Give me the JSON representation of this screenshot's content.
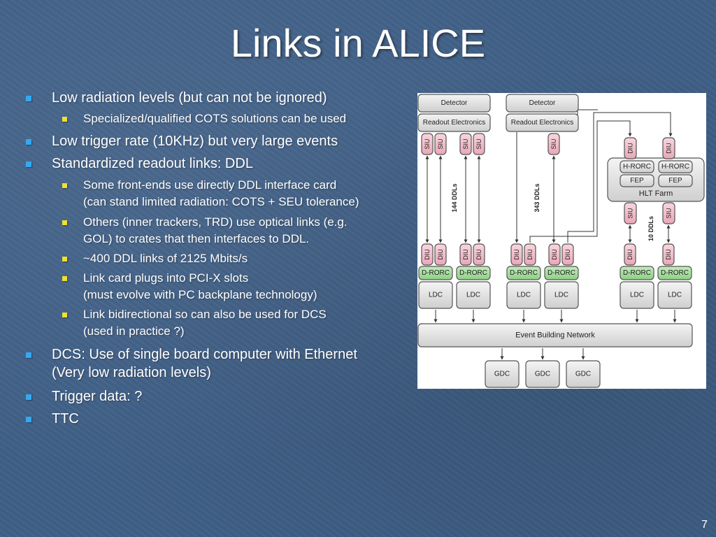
{
  "slide": {
    "title": "Links in ALICE",
    "page_number": "7"
  },
  "bullets": [
    {
      "level": 1,
      "lines": [
        "Low radiation levels (but can not be ignored)"
      ]
    },
    {
      "level": 2,
      "lines": [
        "Specialized/qualified COTS solutions can be used"
      ]
    },
    {
      "level": 1,
      "lines": [
        "Low trigger rate (10KHz) but very large events"
      ]
    },
    {
      "level": 1,
      "lines": [
        "Standardized readout links: DDL"
      ]
    },
    {
      "level": 2,
      "lines": [
        "Some front-ends use directly DDL interface card",
        "(can stand limited radiation: COTS + SEU tolerance)"
      ]
    },
    {
      "level": 2,
      "lines": [
        "Others (inner trackers, TRD) use optical links (e.g.",
        "GOL) to crates that then interfaces to DDL."
      ]
    },
    {
      "level": 2,
      "lines": [
        "~400 DDL links of 2125 Mbits/s"
      ]
    },
    {
      "level": 2,
      "lines": [
        "Link card plugs into PCI-X slots",
        "(must evolve with PC backplane technology)"
      ]
    },
    {
      "level": 2,
      "lines": [
        "Link bidirectional so can also be used for DCS",
        "(used in practice ?)"
      ]
    },
    {
      "level": 1,
      "lines": [
        "DCS: Use of single board computer with Ethernet",
        "(Very low radiation levels)"
      ]
    },
    {
      "level": 1,
      "lines": [
        "Trigger data: ?"
      ]
    },
    {
      "level": 1,
      "lines": [
        "TTC"
      ]
    }
  ],
  "diagram": {
    "detector": "Detector",
    "readout": "Readout Electronics",
    "siu": "SIU",
    "diu": "DIU",
    "ddl_144": "144 DDLs",
    "ddl_343": "343 DDLs",
    "ddl_10": "10 DDLs",
    "hrorc": "H-RORC",
    "fep": "FEP",
    "hlt_farm": "HLT Farm",
    "drorc": "D-RORC",
    "ldc": "LDC",
    "ebn": "Event Building Network",
    "gdc": "GDC"
  },
  "colors": {
    "background": "#3f5f86",
    "title": "#ffffff",
    "bullet_level1": "#34a9f2",
    "bullet_level2": "#f0e030",
    "siu_diu_box": "#f3c3cf",
    "drorc_box": "#a8dca0",
    "grey_box": "#dedede"
  }
}
